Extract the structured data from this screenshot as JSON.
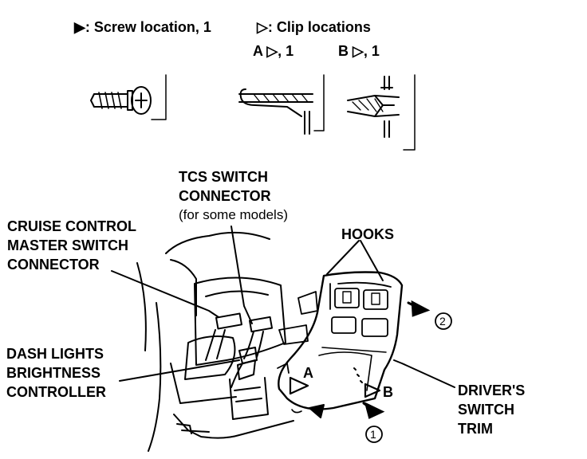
{
  "legend": {
    "screw": "▶: Screw location, 1",
    "clip": "▷: Clip locations",
    "clip_a": "A ▷, 1",
    "clip_b": "B ▷, 1"
  },
  "labels": {
    "tcs_line1": "TCS SWITCH",
    "tcs_line2": "CONNECTOR",
    "tcs_note": "(for some models)",
    "cruise_line1": "CRUISE CONTROL",
    "cruise_line2": "MASTER SWITCH",
    "cruise_line3": "CONNECTOR",
    "hooks": "HOOKS",
    "dash_line1": "DASH LIGHTS",
    "dash_line2": "BRIGHTNESS",
    "dash_line3": "CONTROLLER",
    "drivers_line1": "DRIVER'S",
    "drivers_line2": "SWITCH",
    "drivers_line3": "TRIM",
    "clip_a_marker": "A",
    "clip_b_marker": "B",
    "step_1": "1",
    "step_2": "2"
  },
  "colors": {
    "ink": "#000000",
    "paper": "#ffffff"
  }
}
